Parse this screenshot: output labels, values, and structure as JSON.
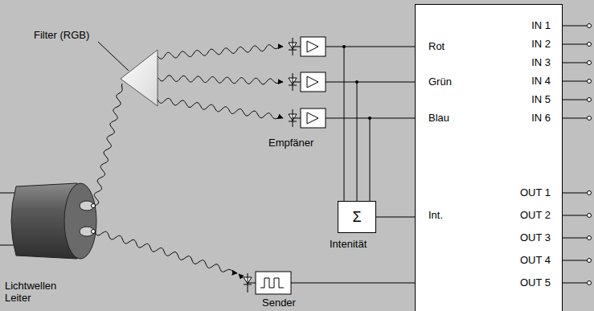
{
  "diagram": {
    "nodes": [
      {
        "text": [
          "Rot",
          "Grün",
          "Blau",
          "Int.",
          "IN 1",
          "IN 2",
          "IN 3",
          "IN 4",
          "IN 5",
          "IN 6",
          "OUT 1",
          "OUT 2",
          "OUT 3",
          "OUT 4",
          "OUT 5"
        ]
      },
      {
        "text": [
          "Σ"
        ]
      }
    ],
    "edges": [
      {
        "from": 1,
        "to": 0,
        "arrow": "none"
      }
    ],
    "labels": [
      "Filter (RGB)",
      "Empfäner",
      "Intenität",
      "Lichtwellen Leiter",
      "Sender"
    ]
  }
}
